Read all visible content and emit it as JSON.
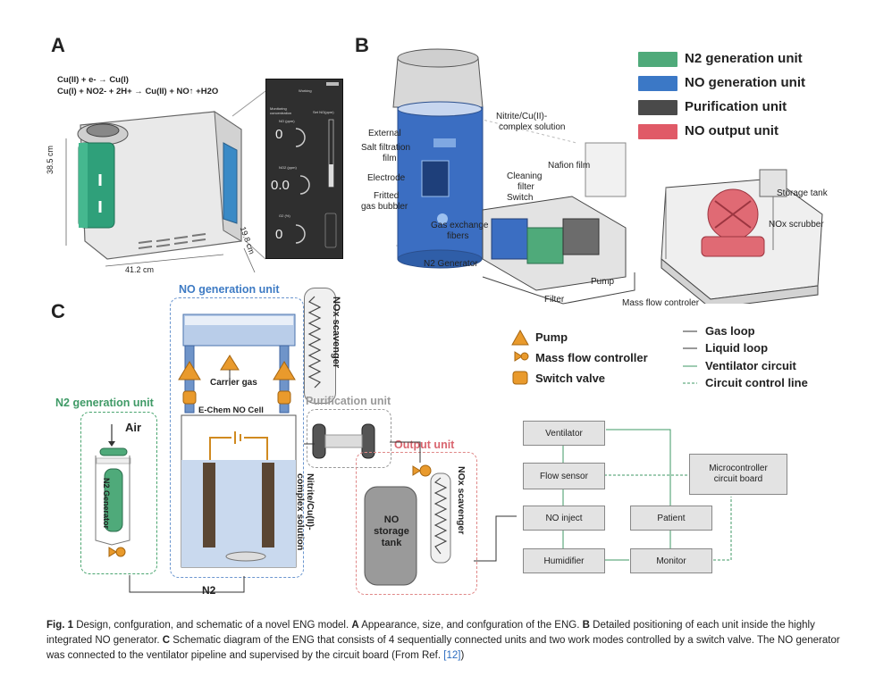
{
  "panels": {
    "a": "A",
    "b": "B",
    "c": "C"
  },
  "panel_a": {
    "reaction1": "Cu(II) + e- → Cu(I)",
    "reaction2": "Cu(I) + NO2- + 2H+ → Cu(II) + NO↑ +H2O",
    "dim_height": "38.5 cm",
    "dim_width": "41.2 cm",
    "dim_depth": "19.8 cm",
    "screen": {
      "status": "Working",
      "monitoring": "Monitoring concentration",
      "set": "Set NO(ppm)",
      "no_label": "NO (ppm)",
      "no_value": "0",
      "no2_label": "NO2 (ppm)",
      "no2_value": "0.0",
      "o2_label": "O2 (%)",
      "o2_value": "0"
    }
  },
  "panel_b": {
    "labels": {
      "external": "External",
      "salt": "Salt filtration",
      "film": "film",
      "electrode": "Electrode",
      "fritted": "Fritted",
      "bubbler": "gas bubbler",
      "nitrite": "Nitrite/Cu(II)-",
      "complex": "complex solution",
      "nafion": "Nafion film",
      "cleaning": "Cleaning",
      "filter_word": "filter",
      "switch": "Switch",
      "gas_exchange": "Gas exchange",
      "fibers": "fibers",
      "n2gen": "N2 Generator",
      "pump": "Pump",
      "filter": "Filter",
      "storage": "Storage tank",
      "nox_scrubber": "NOx scrubber",
      "mfc": "Mass flow controler"
    }
  },
  "legend": {
    "units": [
      {
        "label": "N2 generation unit",
        "color": "#4faa7a"
      },
      {
        "label": "NO generation unit",
        "color": "#3b78c6"
      },
      {
        "label": "Purification unit",
        "color": "#4a4a4a"
      },
      {
        "label": "NO output unit",
        "color": "#e05a67"
      }
    ]
  },
  "panel_c": {
    "units": {
      "no_gen": "NO generation unit",
      "n2_gen": "N2  generation unit",
      "purification": "Purification unit",
      "output": "Output unit"
    },
    "labels": {
      "nox_scavenger_top": "NOx scavenger",
      "carrier_gas": "Carrier gas",
      "echem": "E-Chem NO Cell",
      "air": "Air",
      "n2_generator": "N2 Generator",
      "n2_out": "N2",
      "nitrite_solution": "Nitrite/Cu(II)-\ncomplex solution",
      "no_storage": "NO\nstorage\ntank",
      "nox_scavenger_out": "NOx scavenger"
    },
    "symbols": [
      {
        "label": "Pump"
      },
      {
        "label": "Mass flow controller"
      },
      {
        "label": "Switch valve"
      }
    ],
    "flows": [
      {
        "label": "Gas loop"
      },
      {
        "label": "Liquid loop"
      },
      {
        "label": "Ventilator circuit"
      },
      {
        "label": "Circuit control line"
      }
    ],
    "boxes": {
      "ventilator": "Ventilator",
      "flow_sensor": "Flow sensor",
      "no_inject": "NO inject",
      "humidifier": "Humidifier",
      "patient": "Patient",
      "monitor": "Monitor",
      "micro": "Microcontroller\ncircuit board"
    }
  },
  "caption": {
    "fig": "Fig. 1",
    "t1": " Design, confguration, and schematic of a novel ENG model. ",
    "a": "A",
    "t2": " Appearance, size, and confguration of the ENG. ",
    "b": "B",
    "t3": " Detailed positioning of each unit inside the highly integrated NO generator. ",
    "c": "C",
    "t4": " Schematic diagram of the ENG that consists of 4 sequentially connected units and two work modes controlled by a switch valve. The NO generator was connected to the ventilator pipeline and supervised by the circuit board (From Ref. ",
    "ref": "[12]",
    "t5": ")"
  }
}
